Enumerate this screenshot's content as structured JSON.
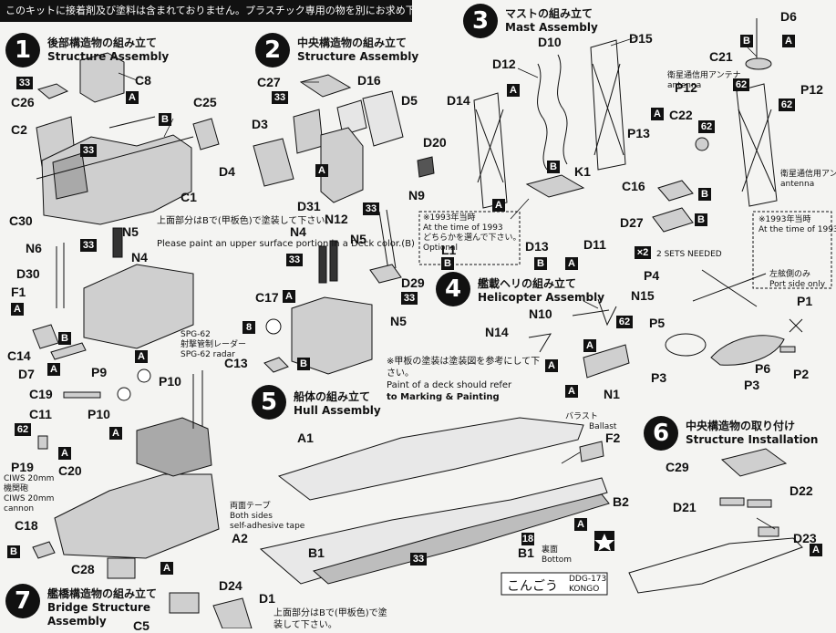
{
  "header": {
    "notice": "このキットに接着剤及び塗料は含まれておりません。プラスチック専用の物を別にお求め下さい。"
  },
  "steps": [
    {
      "num": "1",
      "jp": "後部構造物の組み立て",
      "en": "Structure Assembly"
    },
    {
      "num": "2",
      "jp": "中央構造物の組み立て",
      "en": "Structure Assembly"
    },
    {
      "num": "3",
      "jp": "マストの組み立て",
      "en": "Mast Assembly"
    },
    {
      "num": "4",
      "jp": "艦載ヘリの組み立て",
      "en": "Helicopter Assembly"
    },
    {
      "num": "5",
      "jp": "船体の組み立て",
      "en": "Hull Assembly"
    },
    {
      "num": "6",
      "jp": "中央構造物の取り付け",
      "en": "Structure Installation"
    },
    {
      "num": "7",
      "jp": "艦橋構造物の組み立て",
      "en": "Bridge Structure",
      "en2": "Assembly"
    }
  ],
  "notes": {
    "deck_paint_jp": "上面部分はBで(甲板色)で塗装して下さい。",
    "deck_paint_en": "Please paint an upper surface portion in a Deck color.(B)",
    "deck_paint_jp2": "上面部分はBで(甲板色)で塗",
    "deck_paint_jp3": "装して下さい。",
    "marking_jp": "※甲板の塗装は塗装図を参考にして下さい。",
    "marking_en": "Paint of a deck should refer",
    "marking_en2": "to Marking & Painting",
    "y1993_jp": "※1993年当時",
    "y1993_en": "At the time of 1993",
    "optional_jp": "どちらかを選んで下さい。",
    "optional_en": "Optional",
    "y1993b_jp": "※1993年当時",
    "y1993b_en": "At the time of 1993",
    "port_jp": "左舷側のみ",
    "port_en": "Port side only",
    "sets": "2 SETS NEEDED",
    "x2": "×2",
    "antenna_jp": "衛星通信用アンテナ",
    "antenna_en": "antenna",
    "antenna2_jp": "衛星通信用アンテナ",
    "antenna2_en": "antenna",
    "spg_jp": "SPG-62",
    "spg_jp2": "射撃管制レーダー",
    "spg_en": "SPG-62 radar",
    "ciws_en": "CIWS 20mm",
    "ciws_jp": "機関砲",
    "ciws_en2": "CIWS 20mm",
    "ciws_en3": "cannon",
    "tape_jp": "両面テープ",
    "tape_en": "Both sides",
    "tape_en2": "self-adhesive tape",
    "ballast_jp": "バラスト",
    "ballast_en": "Ballast",
    "bottom_jp": "裏面",
    "bottom_en": "Bottom",
    "kongo_jp": "こんごう",
    "kongo_en": "DDG-173",
    "kongo_en2": "KONGO"
  },
  "labels": {
    "C8": "C8",
    "C26": "C26",
    "C2": "C2",
    "C25": "C25",
    "C1": "C1",
    "C30": "C30",
    "C27": "C27",
    "D16": "D16",
    "D3": "D3",
    "D5": "D5",
    "D20": "D20",
    "D4": "D4",
    "D31": "D31",
    "D10": "D10",
    "D12": "D12",
    "D15": "D15",
    "D14": "D14",
    "K1": "K1",
    "D13": "D13",
    "D11": "D11",
    "L1": "L1",
    "D6": "D6",
    "C21": "C21",
    "P12a": "P12",
    "P12b": "P12",
    "C22": "C22",
    "P13": "P13",
    "C16": "C16",
    "D27": "D27",
    "N5a": "N5",
    "N4a": "N4",
    "N6": "N6",
    "D30": "D30",
    "F1": "F1",
    "C14": "C14",
    "D7": "D7",
    "N9": "N9",
    "N12": "N12",
    "N4b": "N4",
    "N5b": "N5",
    "D29": "D29",
    "N5c": "N5",
    "C17": "C17",
    "C13": "C13",
    "P9": "P9",
    "P10a": "P10",
    "C19": "C19",
    "C11": "C11",
    "P10b": "P10",
    "P19": "P19",
    "C20": "C20",
    "C18": "C18",
    "C28": "C28",
    "D24": "D24",
    "D1": "D1",
    "C5": "C5",
    "N15": "N15",
    "N10": "N10",
    "N14": "N14",
    "N1": "N1",
    "P4": "P4",
    "P1": "P1",
    "P5": "P5",
    "P6": "P6",
    "P3a": "P3",
    "P3b": "P3",
    "P2": "P2",
    "A1": "A1",
    "F2": "F2",
    "B2": "B2",
    "A2": "A2",
    "B1": "B1",
    "B1b": "B1",
    "C29": "C29",
    "D22": "D22",
    "D21": "D21",
    "D23": "D23"
  },
  "badges": {
    "A": "A",
    "B": "B",
    "n33": "33",
    "n62": "62",
    "n8": "8",
    "n18": "18"
  },
  "colors": {
    "ink": "#111111",
    "paper": "#f4f4f2",
    "part_fill": "#cfcfcf",
    "part_dark": "#8a8a8a"
  }
}
